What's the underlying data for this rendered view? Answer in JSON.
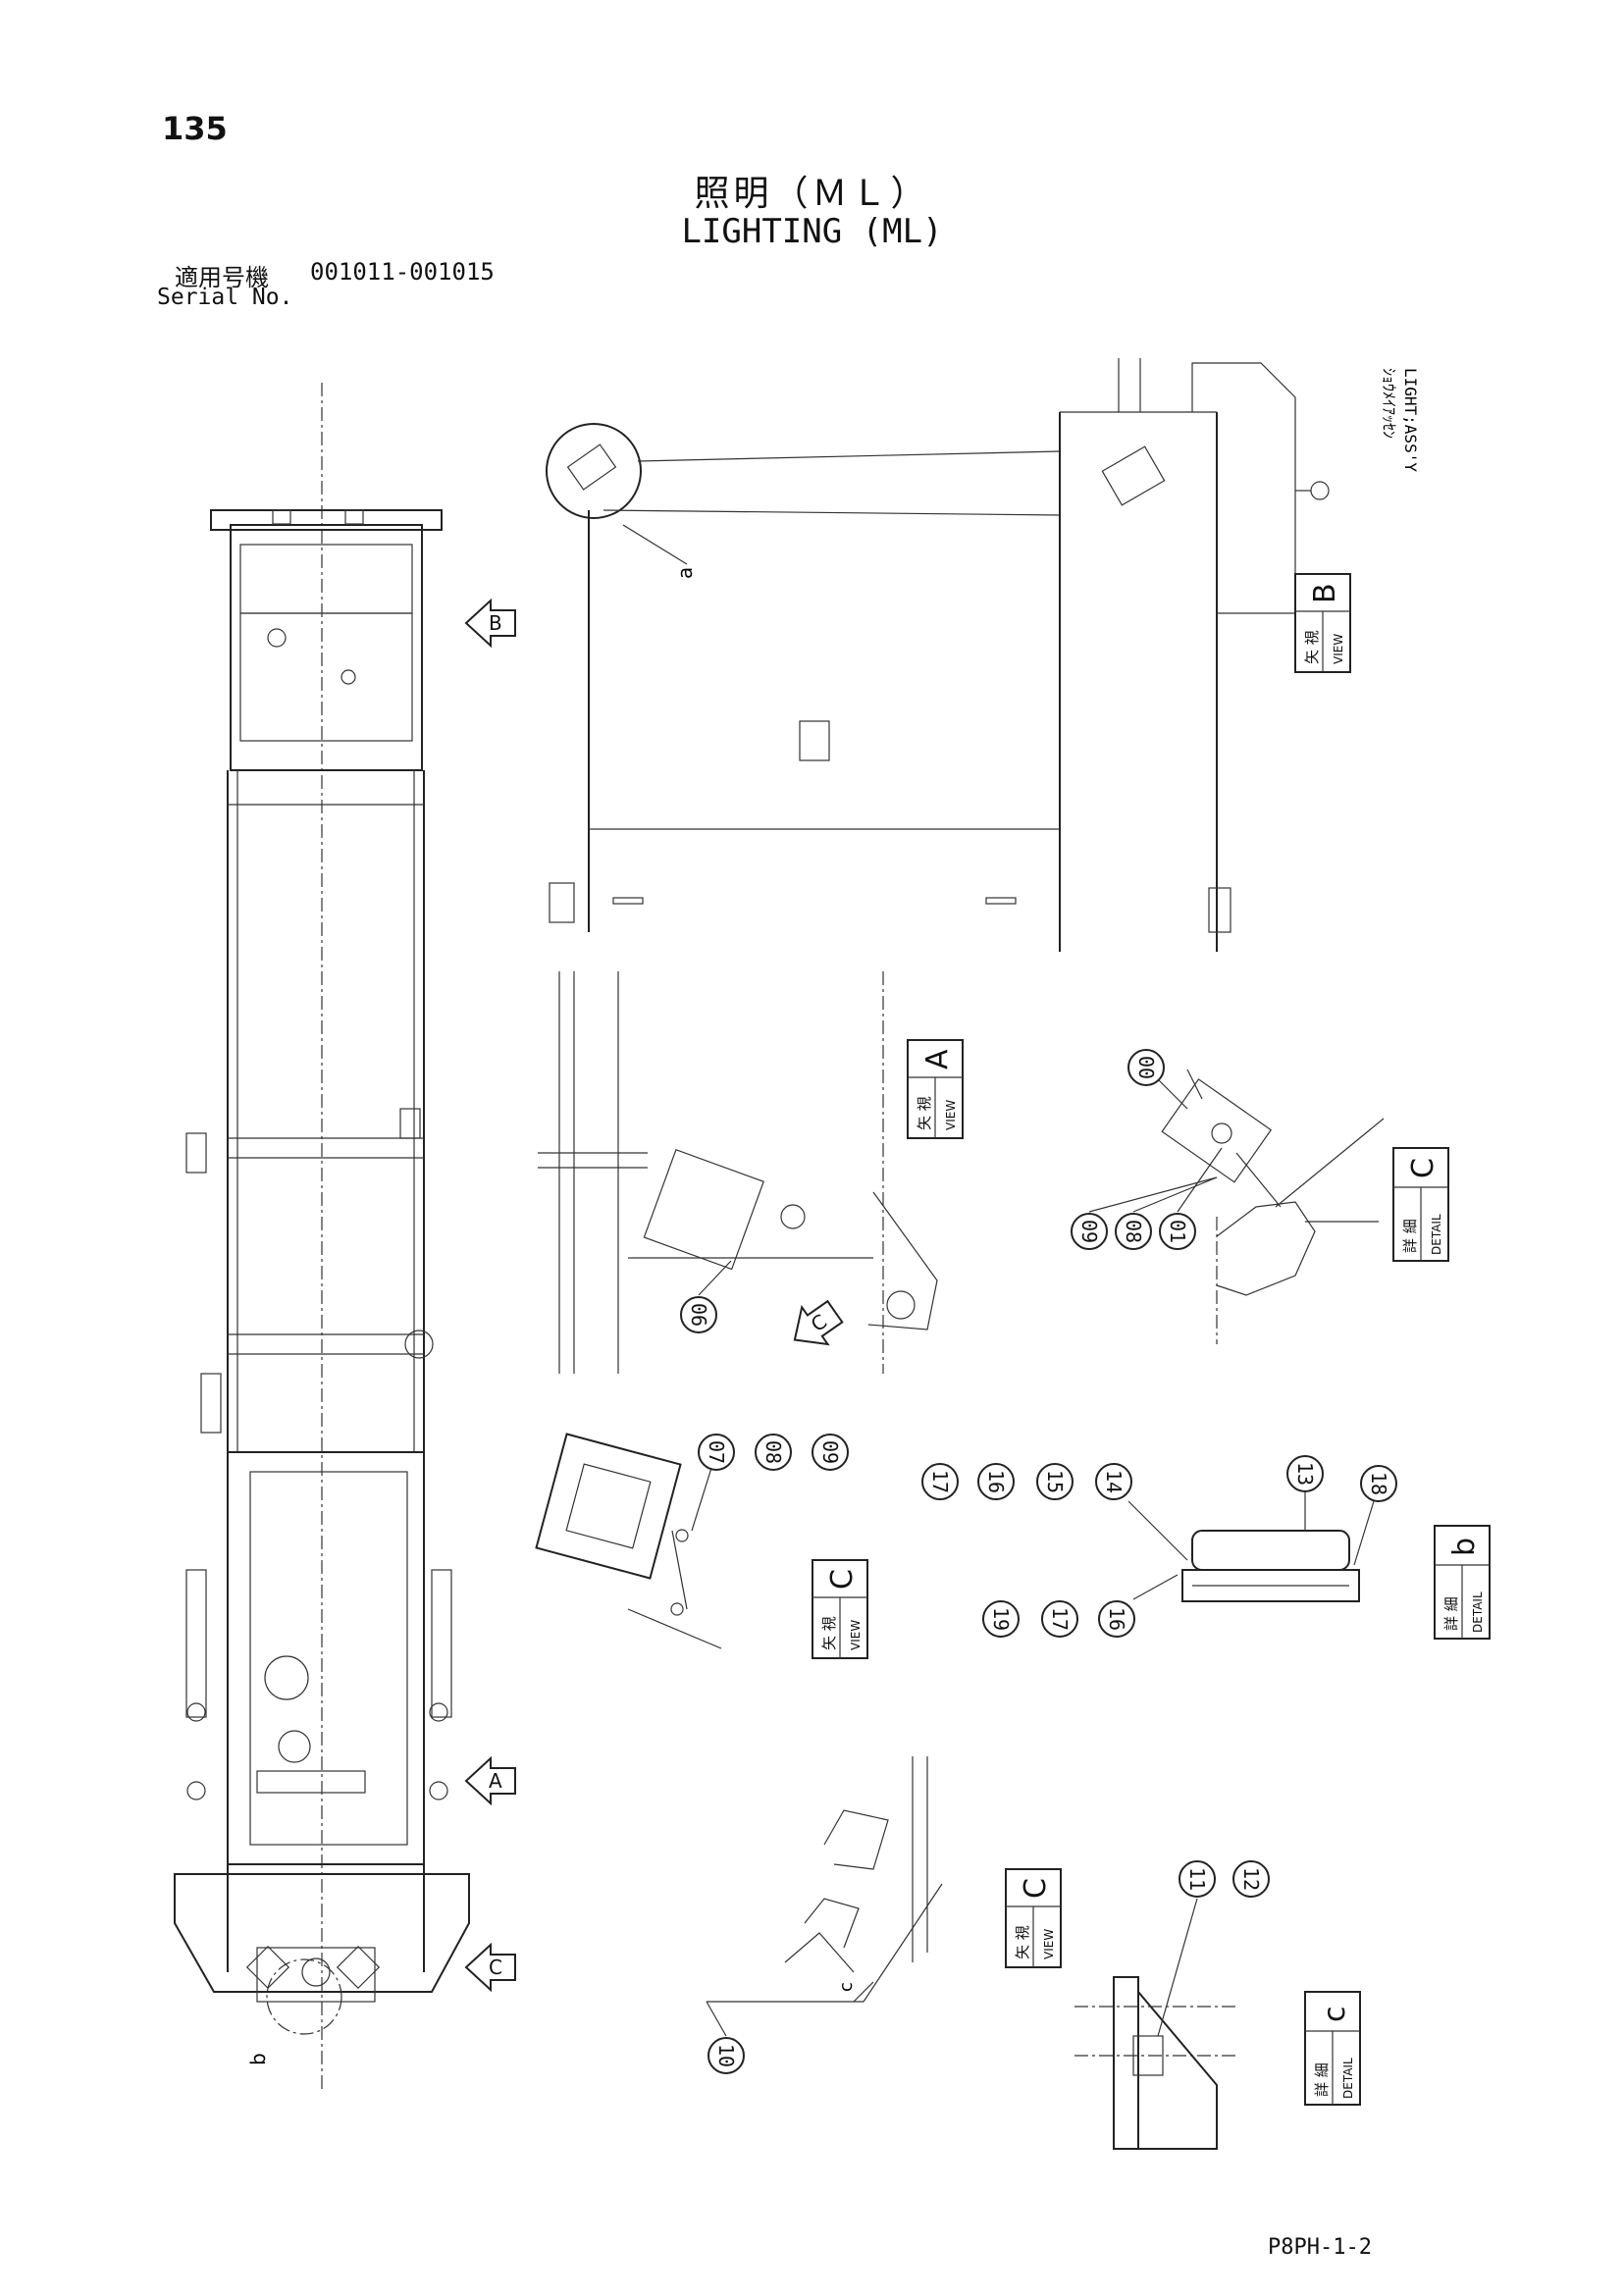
{
  "page": {
    "number": "135",
    "title_jp": "照明（ＭＬ）",
    "title_en": "LIGHTING (ML)",
    "serial_label_jp": "適用号機",
    "serial_range": "001011-001015",
    "serial_label_en": "Serial No.",
    "document_code": "P8PH-1-2"
  },
  "side_note": {
    "jp": "ｼｮｳﾒｲｱｯｾﾝ",
    "en": "LIGHT;ASS'Y"
  },
  "view_arrows": [
    {
      "letter": "B"
    },
    {
      "letter": "A"
    },
    {
      "letter": "C"
    },
    {
      "letter": "C"
    }
  ],
  "view_labels": [
    {
      "jp": "矢 視",
      "en": "VIEW",
      "letter": "B"
    },
    {
      "jp": "矢 視",
      "en": "VIEW",
      "letter": "A"
    },
    {
      "jp": "詳 細",
      "en": "DETAIL",
      "letter": "C"
    },
    {
      "jp": "矢 視",
      "en": "VIEW",
      "letter": "C"
    },
    {
      "jp": "詳 細",
      "en": "DETAIL",
      "letter": "b"
    },
    {
      "jp": "矢 視",
      "en": "VIEW",
      "letter": "C"
    },
    {
      "jp": "詳 細",
      "en": "DETAIL",
      "letter": "c"
    }
  ],
  "detail_markers": [
    "a",
    "b",
    "c"
  ],
  "balloons": [
    "00",
    "01",
    "08",
    "09",
    "06",
    "07",
    "08",
    "09",
    "17",
    "16",
    "15",
    "14",
    "13",
    "18",
    "19",
    "17",
    "16",
    "11",
    "12",
    "10"
  ],
  "colors": {
    "ink": "#222222",
    "paper": "#ffffff"
  }
}
